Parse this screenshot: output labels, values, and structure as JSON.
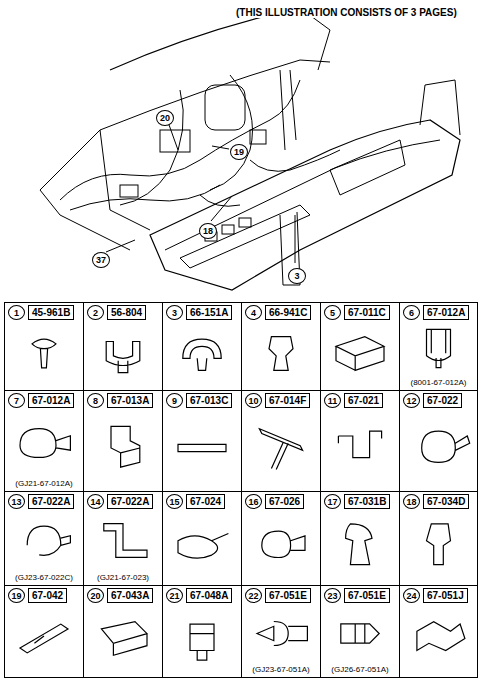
{
  "diagram": {
    "nodes": [
      {
        "text": [
          "1",
          "45-961B"
        ]
      },
      {
        "text": [
          "2",
          "56-804"
        ]
      },
      {
        "text": [
          "3",
          "66-151A"
        ]
      },
      {
        "text": [
          "4",
          "66-941C"
        ]
      },
      {
        "text": [
          "5",
          "67-011C"
        ]
      },
      {
        "text": [
          "6",
          "67-012A",
          "(8001-67-012A)"
        ]
      },
      {
        "text": [
          "7",
          "67-012A",
          "(GJ21-67-012A)"
        ]
      },
      {
        "text": [
          "8",
          "67-013A"
        ]
      },
      {
        "text": [
          "9",
          "67-013C"
        ]
      },
      {
        "text": [
          "10",
          "67-014F"
        ]
      },
      {
        "text": [
          "11",
          "67-021"
        ]
      },
      {
        "text": [
          "12",
          "67-022"
        ]
      },
      {
        "text": [
          "13",
          "67-022A",
          "(GJ23-67-022C)"
        ]
      },
      {
        "text": [
          "14",
          "67-022A",
          "(GJ21-67-023)"
        ]
      },
      {
        "text": [
          "15",
          "67-024"
        ]
      },
      {
        "text": [
          "16",
          "67-026"
        ]
      },
      {
        "text": [
          "17",
          "67-031B"
        ]
      },
      {
        "text": [
          "18",
          "67-034D"
        ]
      },
      {
        "text": [
          "19",
          "67-042"
        ]
      },
      {
        "text": [
          "20",
          "67-043A"
        ]
      },
      {
        "text": [
          "21",
          "67-048A"
        ]
      },
      {
        "text": [
          "22",
          "67-051E",
          "(GJ23-67-051A)"
        ]
      },
      {
        "text": [
          "23",
          "67-051E",
          "(GJ26-67-051A)"
        ]
      },
      {
        "text": [
          "24",
          "67-051J"
        ]
      }
    ],
    "labels": [
      "(THIS ILLUSTRATION CONSISTS OF  3 PAGES)",
      "20",
      "19",
      "37",
      "18",
      "3"
    ]
  }
}
